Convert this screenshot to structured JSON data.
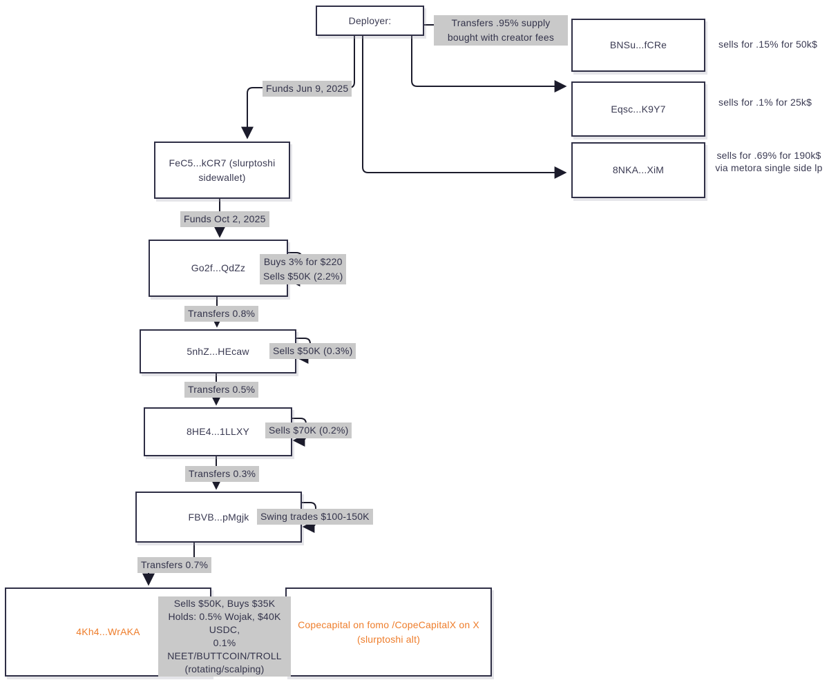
{
  "colors": {
    "accent_orange": "#ee7d2b",
    "label_bg": "#c9c9c9",
    "node_border": "#2e2e45",
    "line": "#1b1b2b",
    "text": "#3a3a52"
  },
  "nodes": {
    "deployer": {
      "label": "Deployer:"
    },
    "bnsu": {
      "label": "BNSu...fCRe",
      "note": "sells for .15% for 50k$"
    },
    "eqsc": {
      "label": "Eqsc...K9Y7",
      "note": "sells for .1% for 25k$"
    },
    "nka": {
      "label": "8NKA...XiM",
      "note": "sells for .69% for 190k$\nvia metora single side lp"
    },
    "fec5": {
      "label": "FeC5...kCR7 (slurptoshi\nsidewallet)"
    },
    "go2f": {
      "label": "Go2f...QdZz"
    },
    "nhz": {
      "label": "5nhZ...HEcaw"
    },
    "he4": {
      "label": "8HE4...1LLXY"
    },
    "fbvb": {
      "label": "FBVB...pMgjk"
    },
    "kh4": {
      "label": "4Kh4...WrAKA"
    },
    "cope": {
      "label": "Copecapital on fomo /CopeCapitalX on X\n(slurptoshi alt)"
    }
  },
  "edges": {
    "transfers_supply": "Transfers .95% supply\nbought with creator fees",
    "funds_jun": "Funds Jun 9, 2025",
    "funds_oct": "Funds Oct 2, 2025",
    "buys_sells": "Buys 3% for $220\nSells $50K (2.2%)",
    "transfers_08": "Transfers 0.8%",
    "sells_50k": "Sells $50K (0.3%)",
    "transfers_05": "Transfers 0.5%",
    "sells_70k": "Sells $70K (0.2%)",
    "transfers_03": "Transfers 0.3%",
    "swing": "Swing trades $100-150K",
    "transfers_07": "Transfers 0.7%",
    "holds": "Sells $50K, Buys $35K\nHolds: 0.5% Wojak, $40K\nUSDC,\n0.1% NEET/BUTTCOIN/TROLL\n(rotating/scalping)"
  }
}
